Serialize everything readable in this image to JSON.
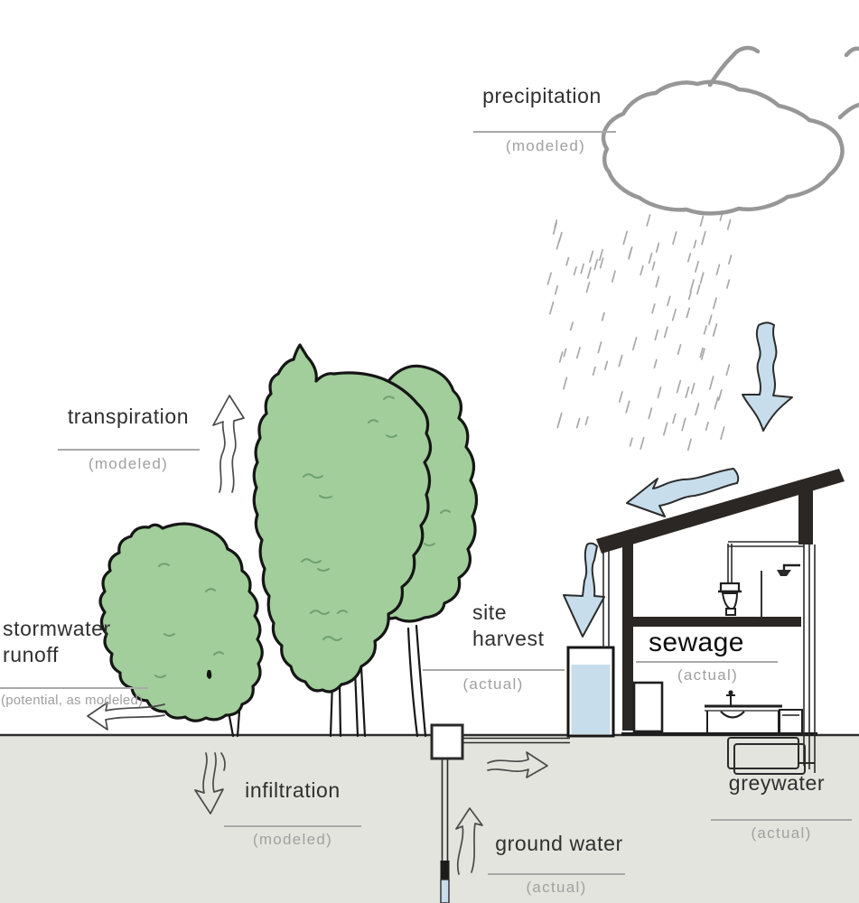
{
  "diagram": {
    "labels": {
      "precipitation": {
        "text": "precipitation",
        "qualifier": "(modeled)"
      },
      "transpiration": {
        "text": "transpiration",
        "qualifier": "(modeled)"
      },
      "stormwater_runoff": {
        "line1": "stormwater",
        "line2": "runoff",
        "qualifier": "(potential, as modeled)"
      },
      "site_harvest": {
        "line1": "site",
        "line2": "harvest",
        "qualifier": "(actual)"
      },
      "sewage": {
        "text": "sewage",
        "qualifier": "(actual)"
      },
      "greywater": {
        "text": "greywater",
        "qualifier": "(actual)"
      },
      "infiltration": {
        "text": "infiltration",
        "qualifier": "(modeled)"
      },
      "ground_water": {
        "text": "ground water",
        "qualifier": "(actual)"
      }
    },
    "scene_elements": [
      "cloud",
      "rain",
      "trees",
      "house-cross-section",
      "rain-tank",
      "well",
      "toilet",
      "shower",
      "sink",
      "greywater-coil",
      "flow-arrows"
    ],
    "colors": {
      "canopy_green": "#a1ce9b",
      "water_blue": "#c7ddeb",
      "ground_gray": "#e4e4df",
      "sketch_gray": "#979797",
      "ink_dark": "#2b2724",
      "label_gray": "#a0a0a0"
    }
  }
}
